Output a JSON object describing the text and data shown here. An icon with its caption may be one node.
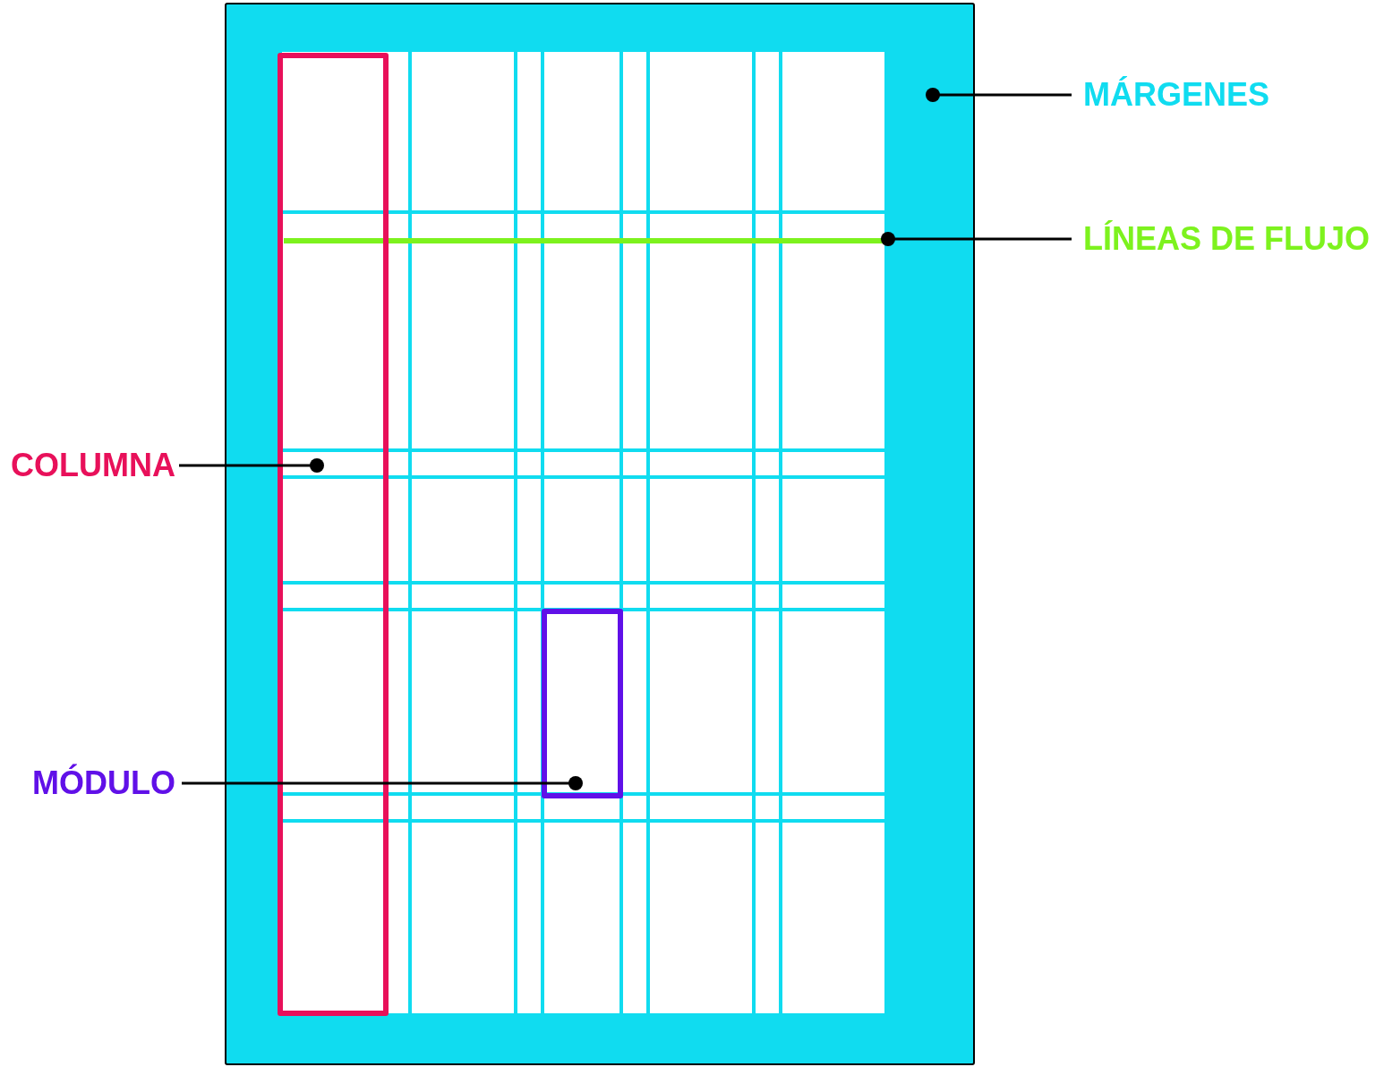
{
  "diagram": {
    "nodes": [
      {
        "text": [],
        "shape": "box"
      },
      {
        "text": [],
        "shape": "bar",
        "in": 0
      },
      {
        "text": [],
        "shape": "box",
        "in": 0
      },
      {
        "text": [],
        "shape": "box",
        "in": 0
      },
      {
        "text": [
          "MÁRGENES"
        ]
      },
      {
        "text": [
          "LÍNEAS DE FLUJO"
        ]
      },
      {
        "text": [
          "COLUMNA"
        ]
      },
      {
        "text": [
          "MÓDULO"
        ]
      }
    ],
    "edges": [
      {
        "from": 4,
        "to": 0,
        "arrow": "other"
      },
      {
        "from": 5,
        "to": 1,
        "arrow": "other"
      },
      {
        "from": 6,
        "to": 2,
        "arrow": "other"
      },
      {
        "from": 7,
        "to": 3,
        "arrow": "other"
      }
    ]
  }
}
